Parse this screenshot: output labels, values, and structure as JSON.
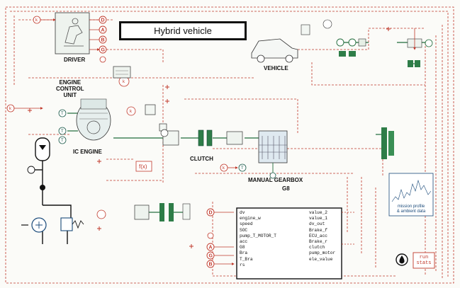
{
  "diagram": {
    "title": "Hybrid vehicle",
    "labels": {
      "driver": "DRIVER",
      "vehicle": "VEHICLE",
      "ecu": "ENGINE\nCONTROL\nUNIT",
      "ic_engine": "IC ENGINE",
      "clutch": "CLUTCH",
      "gearbox": "MANUAL GEARBOX",
      "g8": "G8"
    },
    "signal_tags": [
      "D",
      "A",
      "B",
      "G"
    ],
    "const_k": "k",
    "const_t": "T",
    "fx": "f(x)",
    "interface_block": {
      "inputs": [
        "dv",
        "engine_w",
        "speed",
        "SOC",
        "pump_T_MOTOR_T",
        "acc",
        "G8",
        "Bra",
        "T_Bra",
        "rs"
      ],
      "outputs": [
        "value_2",
        "value_1",
        "dv_out",
        "Brake_f",
        "ECU_acc",
        "Brake_r",
        "clutch",
        "pump_motor",
        "ele_value"
      ]
    },
    "mission_note": "mission profile\n& ambient data",
    "run_stats": "run\nstats",
    "colors": {
      "signal": "#c0392b",
      "mechanical": "#1f6b3a",
      "hydraulic": "#1a4a7a",
      "line": "#111111"
    }
  }
}
